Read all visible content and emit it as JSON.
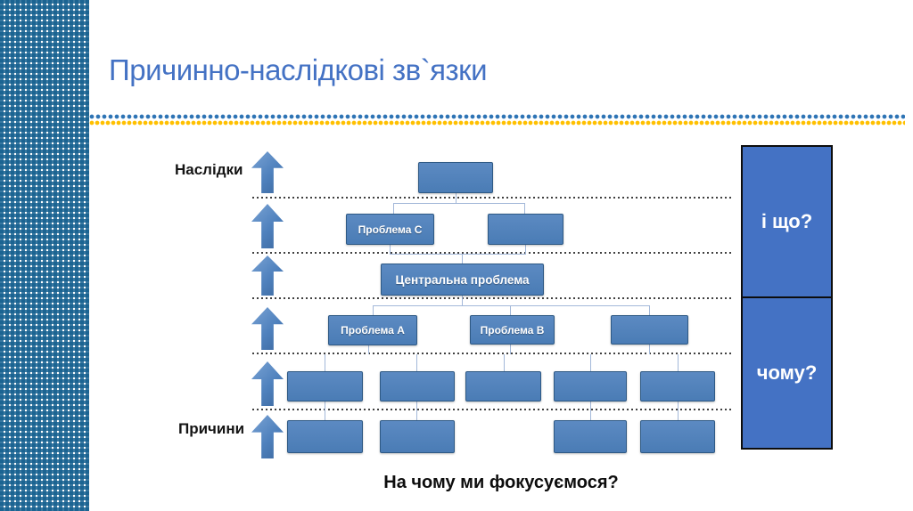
{
  "title": "Причинно-наслідкові зв`язки",
  "labels": {
    "consequences": "Наслідки",
    "causes": "Причини"
  },
  "boxes": {
    "problem_c": "Проблема C",
    "central_problem": "Центральна проблема",
    "problem_a": "Проблема A",
    "problem_b": "Проблема B"
  },
  "side_panel": {
    "so_what": "і що?",
    "why": "чому?"
  },
  "footer": "На чому ми фокусуємося?",
  "colors": {
    "title_color": "#4472c4",
    "divider_blue": "#2e74b5",
    "divider_yellow": "#ffc000",
    "box_fill": "#4f81bd",
    "box_border": "#2e5984",
    "panel_fill": "#4472c4",
    "connector": "#a3b8d9",
    "dotted_line": "#404040",
    "sidebar_check": "#166090"
  }
}
